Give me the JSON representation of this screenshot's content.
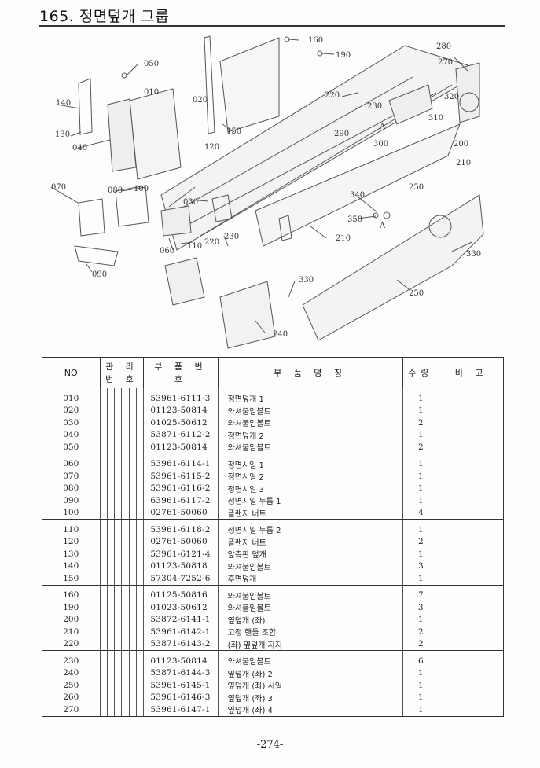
{
  "header": {
    "title": "165. 정면덮개 그룹"
  },
  "diagram": {
    "callouts": [
      "160",
      "190",
      "050",
      "280",
      "270",
      "010",
      "020",
      "220",
      "320",
      "140",
      "230",
      "130",
      "150",
      "310",
      "A",
      "040",
      "290",
      "300",
      "120",
      "200",
      "210",
      "070",
      "080",
      "100",
      "340",
      "250",
      "030",
      "350",
      "A",
      "210",
      "230",
      "060",
      "110",
      "220",
      "330",
      "090",
      "330",
      "250",
      "240"
    ]
  },
  "table": {
    "headers": {
      "no": "NO",
      "mgmt": "관 리 번 호",
      "part_no": "부 품 번 호",
      "name": "부 품 명 칭",
      "qty": "수량",
      "remark": "비 고"
    },
    "groups": [
      [
        {
          "no": "010",
          "part_no": "53961-6111-3",
          "name": "정면덮개 1",
          "qty": "1"
        },
        {
          "no": "020",
          "part_no": "01123-50814",
          "name": "와셔붙임볼트",
          "qty": "1"
        },
        {
          "no": "030",
          "part_no": "01025-50612",
          "name": "와셔붙임볼트",
          "qty": "2"
        },
        {
          "no": "040",
          "part_no": "53871-6112-2",
          "name": "정면덮개 2",
          "qty": "1"
        },
        {
          "no": "050",
          "part_no": "01123-50814",
          "name": "와셔붙임볼트",
          "qty": "2"
        }
      ],
      [
        {
          "no": "060",
          "part_no": "53961-6114-1",
          "name": "정면시일 1",
          "qty": "1"
        },
        {
          "no": "070",
          "part_no": "53961-6115-2",
          "name": "정면시일 2",
          "qty": "1"
        },
        {
          "no": "080",
          "part_no": "53961-6116-2",
          "name": "정면시일 3",
          "qty": "1"
        },
        {
          "no": "090",
          "part_no": "63961-6117-2",
          "name": "정면시일 누름 1",
          "qty": "1"
        },
        {
          "no": "100",
          "part_no": "02761-50060",
          "name": "플랜지 너트",
          "qty": "4"
        }
      ],
      [
        {
          "no": "110",
          "part_no": "53961-6118-2",
          "name": "정면시일 누름 2",
          "qty": "1"
        },
        {
          "no": "120",
          "part_no": "02761-50060",
          "name": "플랜지 너트",
          "qty": "2"
        },
        {
          "no": "130",
          "part_no": "53961-6121-4",
          "name": "앞측판 덮개",
          "qty": "1"
        },
        {
          "no": "140",
          "part_no": "01123-50818",
          "name": "와셔붙임볼트",
          "qty": "3"
        },
        {
          "no": "150",
          "part_no": "57304-7252-6",
          "name": "후면덮개",
          "qty": "1"
        }
      ],
      [
        {
          "no": "160",
          "part_no": "01125-50816",
          "name": "와셔붙임볼트",
          "qty": "7"
        },
        {
          "no": "190",
          "part_no": "01023-50612",
          "name": "와셔붙임볼트",
          "qty": "3"
        },
        {
          "no": "200",
          "part_no": "53872-6141-1",
          "name": "옆덮개 (좌)",
          "qty": "1"
        },
        {
          "no": "210",
          "part_no": "53961-6142-1",
          "name": "고정 핸들 조합",
          "qty": "2"
        },
        {
          "no": "220",
          "part_no": "53871-6143-2",
          "name": "(좌) 옆덮개 지지",
          "qty": "2"
        }
      ],
      [
        {
          "no": "230",
          "part_no": "01123-50814",
          "name": "와셔붙임볼트",
          "qty": "6"
        },
        {
          "no": "240",
          "part_no": "53871-6144-3",
          "name": "옆덮개 (좌) 2",
          "qty": "1"
        },
        {
          "no": "250",
          "part_no": "53961-6145-1",
          "name": "옆덮개 (좌) 시일",
          "qty": "1"
        },
        {
          "no": "260",
          "part_no": "53961-6146-3",
          "name": "옆덮개 (좌) 3",
          "qty": "1"
        },
        {
          "no": "270",
          "part_no": "53961-6147-1",
          "name": "옆덮개 (좌) 4",
          "qty": "1"
        }
      ]
    ]
  },
  "footer": {
    "page": "-274-"
  }
}
